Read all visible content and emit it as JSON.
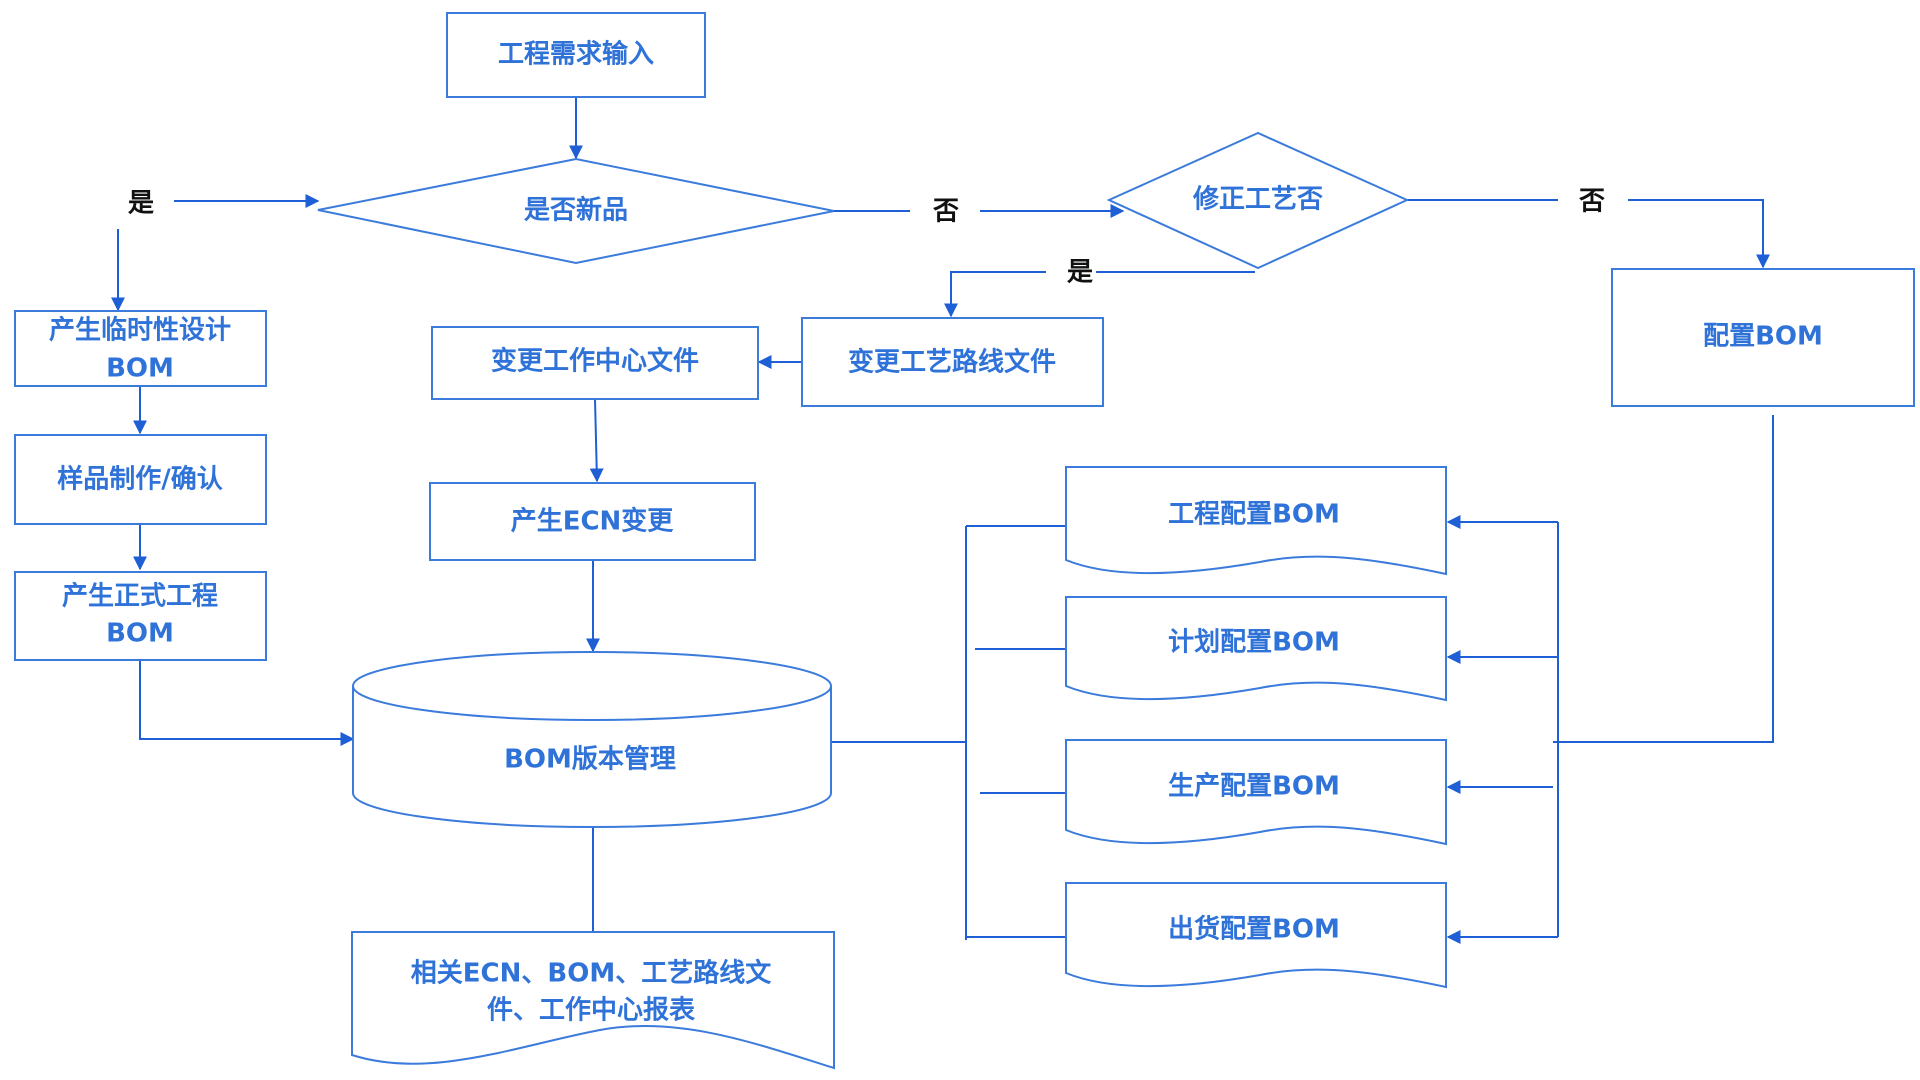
{
  "nodes": {
    "input": "工程需求输入",
    "is_new": "是否新品",
    "fix_process": "修正工艺否",
    "temp_bom": [
      "产生临时性设计",
      "BOM"
    ],
    "sample": "样品制作/确认",
    "formal_bom": [
      "产生正式工程",
      "BOM"
    ],
    "change_wc": "变更工作中心文件",
    "change_route": "变更工艺路线文件",
    "ecn": "产生ECN变更",
    "config_bom": "配置BOM",
    "bom_version": "BOM版本管理",
    "reports": [
      "相关ECN、BOM、工艺路线文",
      "件、工作中心报表"
    ],
    "eng_bom": "工程配置BOM",
    "plan_bom": "计划配置BOM",
    "prod_bom": "生产配置BOM",
    "ship_bom": "出货配置BOM"
  },
  "edge_labels": {
    "yes_left": "是",
    "no_middle": "否",
    "yes_fix": "是",
    "no_right": "否"
  },
  "colors": {
    "node_text": "#2f72d8",
    "node_border": "#3b7bdc",
    "connector": "#1f5fd6",
    "edge_label": "#111111"
  }
}
